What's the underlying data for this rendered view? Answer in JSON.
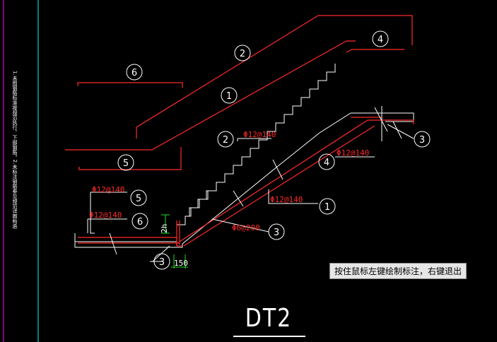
{
  "title": "DT2",
  "status_tip": "按住鼠标左键绘制标注，右键退出",
  "side_note": "1.未图钢筋标准按规范执行，下部钢筋。2.未标注钢筋参见规范详图构造",
  "dims": {
    "h1": "2h",
    "w150": "150"
  },
  "rebar_labels": {
    "lab_6_12_140": "Φ12@140",
    "lab_5_12_140": "Φ12@140",
    "lab_2_12_140": "Φ12@140",
    "lab_4_12_140": "Φ12@140",
    "lab_1_12_140": "Φ12@140",
    "lab_3_6_200": "Φ6@200"
  },
  "markers": {
    "m6top": "6",
    "m2top": "2",
    "m4top": "4",
    "m1top": "1",
    "m5top": "5",
    "m2": "2",
    "m4": "4",
    "m1": "1",
    "m3right": "3",
    "m3mid": "3",
    "m5left": "5",
    "m6left": "6",
    "m3bottom": "3"
  },
  "colors": {
    "bg": "#000000",
    "red": "#ff2a2a",
    "white": "#ffffff",
    "cyan": "#00ffff",
    "magenta": "#ff00ff",
    "green": "#22dd22"
  }
}
